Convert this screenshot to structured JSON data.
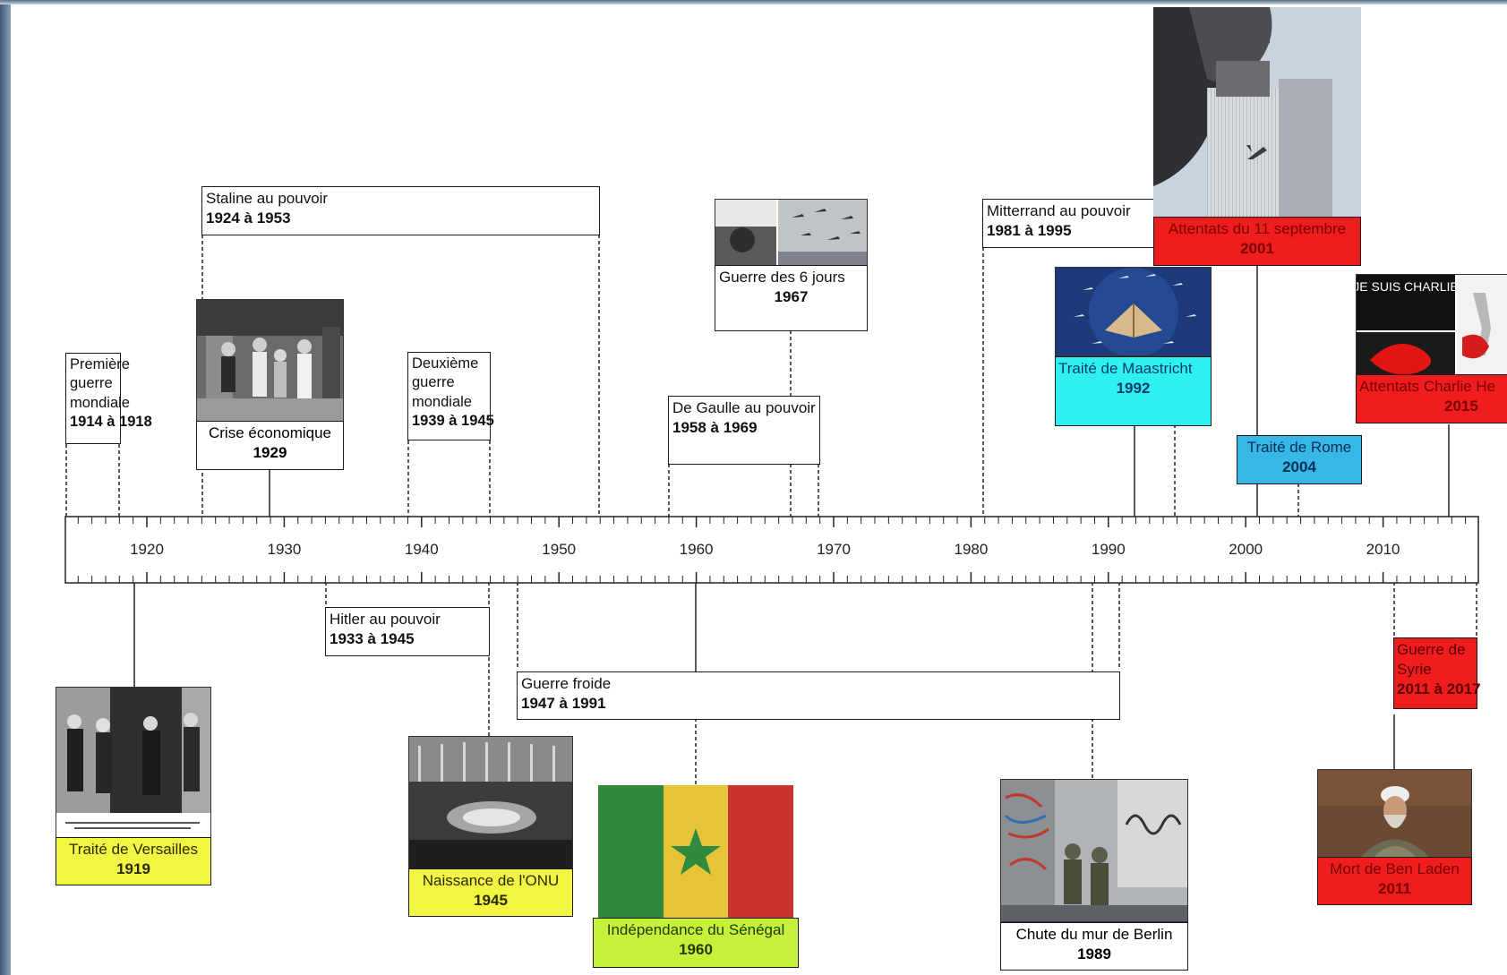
{
  "colors": {
    "yellow": "#f3f543",
    "lime": "#c6f13b",
    "cyan": "#2ef0f2",
    "blue": "#37b7e6",
    "red": "#ef1d1d",
    "white": "#ffffff"
  },
  "axis": {
    "ticks": [
      "1920",
      "1930",
      "1940",
      "1950",
      "1960",
      "1970",
      "1980",
      "1990",
      "2000",
      "2010"
    ]
  },
  "events": {
    "premiere_guerre": {
      "title": "Première guerre mondiale",
      "dates": "1914 à 1918"
    },
    "staline": {
      "title": "Staline au pouvoir",
      "dates": "1924 à 1953"
    },
    "crise": {
      "title": "Crise économique",
      "dates": "1929"
    },
    "deuxieme_guerre": {
      "title": "Deuxième guerre mondiale",
      "dates": "1939 à 1945"
    },
    "six_jours": {
      "title": "Guerre des 6 jours",
      "dates": "1967"
    },
    "de_gaulle": {
      "title": "De Gaulle au pouvoir",
      "dates": "1958 à 1969"
    },
    "mitterrand": {
      "title": "Mitterrand au pouvoir",
      "dates": "1981 à 1995"
    },
    "onze_septembre": {
      "title": "Attentats du 11 septembre",
      "dates": "2001"
    },
    "maastricht": {
      "title": "Traité de Maastricht",
      "dates": "1992"
    },
    "rome": {
      "title": "Traité de Rome",
      "dates": "2004"
    },
    "charlie": {
      "title": "Attentats Charlie He",
      "dates": "2015"
    },
    "versailles": {
      "title": "Traité de Versailles",
      "dates": "1919"
    },
    "hitler": {
      "title": "Hitler au pouvoir",
      "dates": "1933 à 1945"
    },
    "guerre_froide": {
      "title": "Guerre froide",
      "dates": "1947 à 1991"
    },
    "onu": {
      "title": "Naissance de l'ONU",
      "dates": "1945"
    },
    "senegal": {
      "title": "Indépendance du Sénégal",
      "dates": "1960"
    },
    "berlin": {
      "title": "Chute du mur de Berlin",
      "dates": "1989"
    },
    "syrie": {
      "title": "Guerre de Syrie",
      "dates": "2011 à 2017"
    },
    "ben_laden": {
      "title": "Mort de Ben Laden",
      "dates": "2011"
    }
  },
  "photos": {
    "charlie_text": "JE SUIS CHARLIE"
  }
}
